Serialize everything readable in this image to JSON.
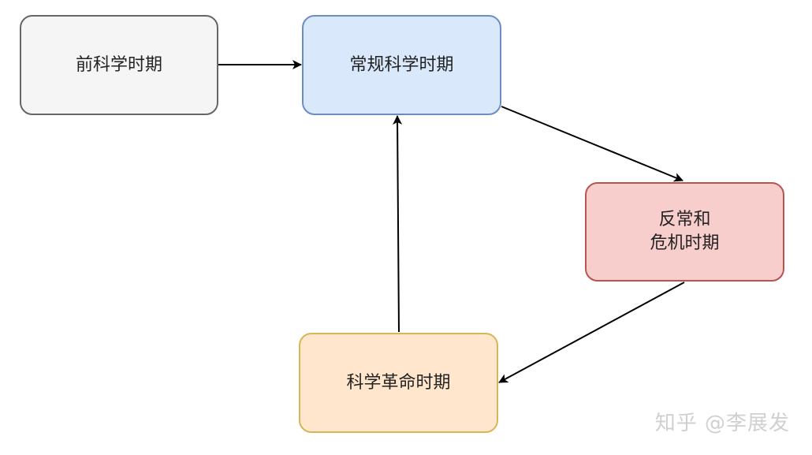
{
  "nodes": {
    "pre_science": {
      "label": "前科学时期",
      "fill": "#f5f5f5",
      "stroke": "#666666"
    },
    "normal_science": {
      "label": "常规科学时期",
      "fill": "#dae8fc",
      "stroke": "#6c8ebf"
    },
    "anomaly_crisis": {
      "label": "反常和\n危机时期",
      "fill": "#f8cecc",
      "stroke": "#b85450"
    },
    "scientific_revolution": {
      "label": "科学革命时期",
      "fill": "#ffe6cc",
      "stroke": "#d6b656"
    }
  },
  "edges": [
    {
      "from": "pre_science",
      "to": "normal_science"
    },
    {
      "from": "normal_science",
      "to": "anomaly_crisis"
    },
    {
      "from": "anomaly_crisis",
      "to": "scientific_revolution"
    },
    {
      "from": "scientific_revolution",
      "to": "normal_science"
    }
  ],
  "watermark": {
    "text": "知乎 @李展发"
  },
  "colors": {
    "arrow": "#000000",
    "text": "#222222",
    "watermark": "#d0d0d0"
  }
}
